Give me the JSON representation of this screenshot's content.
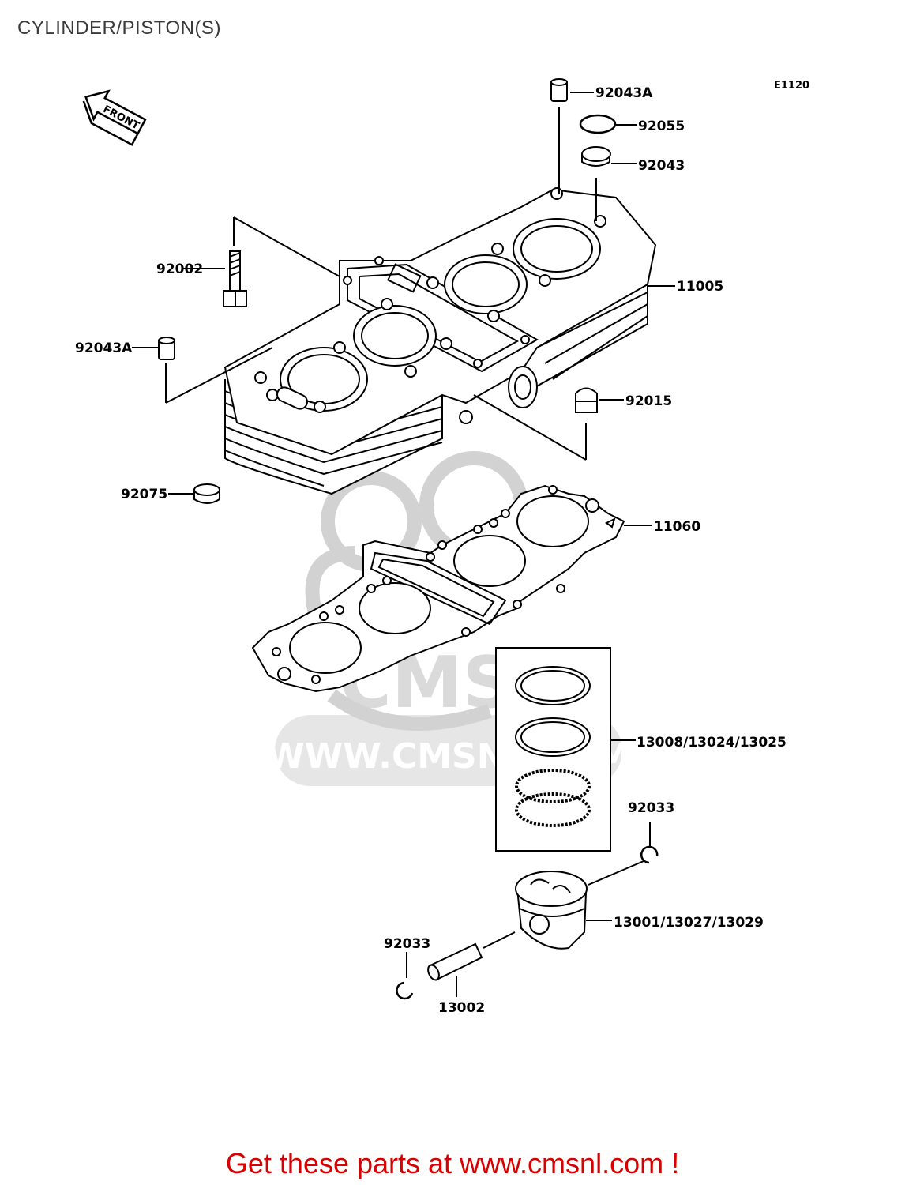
{
  "title": "CYLINDER/PISTON(S)",
  "diagram_code": "E1120",
  "front_label": "FRONT",
  "watermark": {
    "brand": "CMS",
    "url": "WWW.CMSNL.COM"
  },
  "parts": [
    {
      "id": "p1",
      "label": "92043A"
    },
    {
      "id": "p2",
      "label": "92055"
    },
    {
      "id": "p3",
      "label": "92043"
    },
    {
      "id": "p4",
      "label": "92002"
    },
    {
      "id": "p5",
      "label": "11005"
    },
    {
      "id": "p6",
      "label": "92043A"
    },
    {
      "id": "p7",
      "label": "92015"
    },
    {
      "id": "p8",
      "label": "92075"
    },
    {
      "id": "p9",
      "label": "11060"
    },
    {
      "id": "p10",
      "label": "13008/13024/13025"
    },
    {
      "id": "p11",
      "label": "92033"
    },
    {
      "id": "p12",
      "label": "13001/13027/13029"
    },
    {
      "id": "p13",
      "label": "92033"
    },
    {
      "id": "p14",
      "label": "13002"
    }
  ],
  "footer": "Get these parts at www.cmsnl.com !",
  "colors": {
    "footer": "#d80000",
    "watermark": "#d2d2d2",
    "line": "#000000"
  }
}
